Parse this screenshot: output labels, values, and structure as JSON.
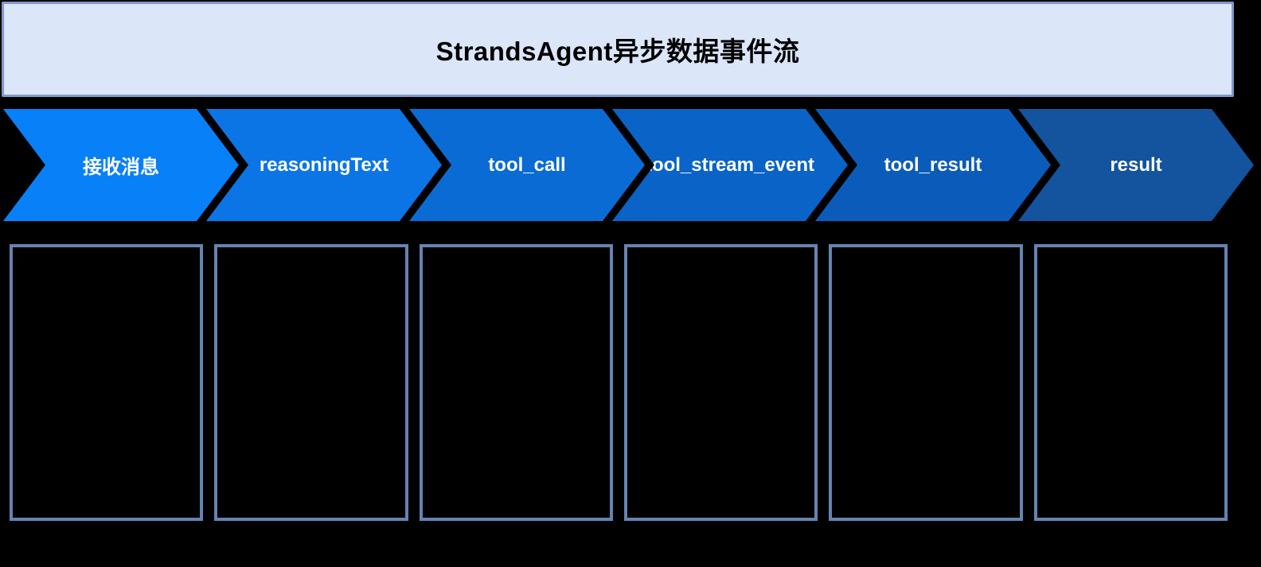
{
  "title": "StrandsAgent异步数据事件流",
  "colors": {
    "background": "#000000",
    "title_bg": "#dbe6f8",
    "title_border": "#7e99cc",
    "title_text": "#000000",
    "label_text": "#ffffff",
    "box_border": "#6484b2"
  },
  "steps": [
    {
      "label": "接收消息",
      "color": "#0880f8"
    },
    {
      "label": "reasoningText",
      "color": "#0c75e6"
    },
    {
      "label": "tool_call",
      "color": "#0a6bd4"
    },
    {
      "label": "tool_stream_event",
      "color": "#0a63c6"
    },
    {
      "label": "tool_result",
      "color": "#0b5cba"
    },
    {
      "label": "result",
      "color": "#14539e"
    }
  ]
}
